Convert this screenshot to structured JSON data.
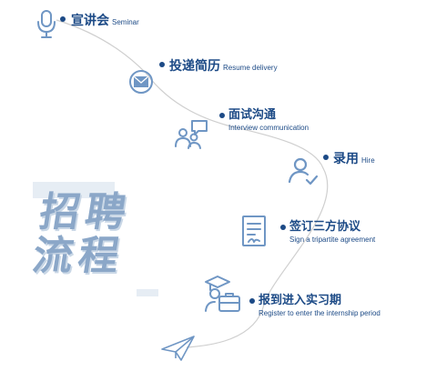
{
  "title": {
    "line1": "招聘",
    "line2": "流程"
  },
  "colors": {
    "text": "#1c4a86",
    "icon": "#6f96c4",
    "path": "#cfcfcf",
    "title": "#8ba7c8"
  },
  "steps": [
    {
      "cn": "宣讲会",
      "en": "Seminar",
      "icon": "microphone-icon"
    },
    {
      "cn": "投递简历",
      "en": "Resume delivery",
      "icon": "envelope-icon"
    },
    {
      "cn": "面试沟通",
      "en": "Interview communication",
      "icon": "chat-people-icon"
    },
    {
      "cn": "录用",
      "en": "Hire",
      "icon": "user-check-icon"
    },
    {
      "cn": "签订三方协议",
      "en": "Sign a tripartite agreement",
      "icon": "contract-icon"
    },
    {
      "cn": "报到进入实习期",
      "en": "Register to enter the internship period",
      "icon": "graduate-briefcase-icon"
    }
  ]
}
